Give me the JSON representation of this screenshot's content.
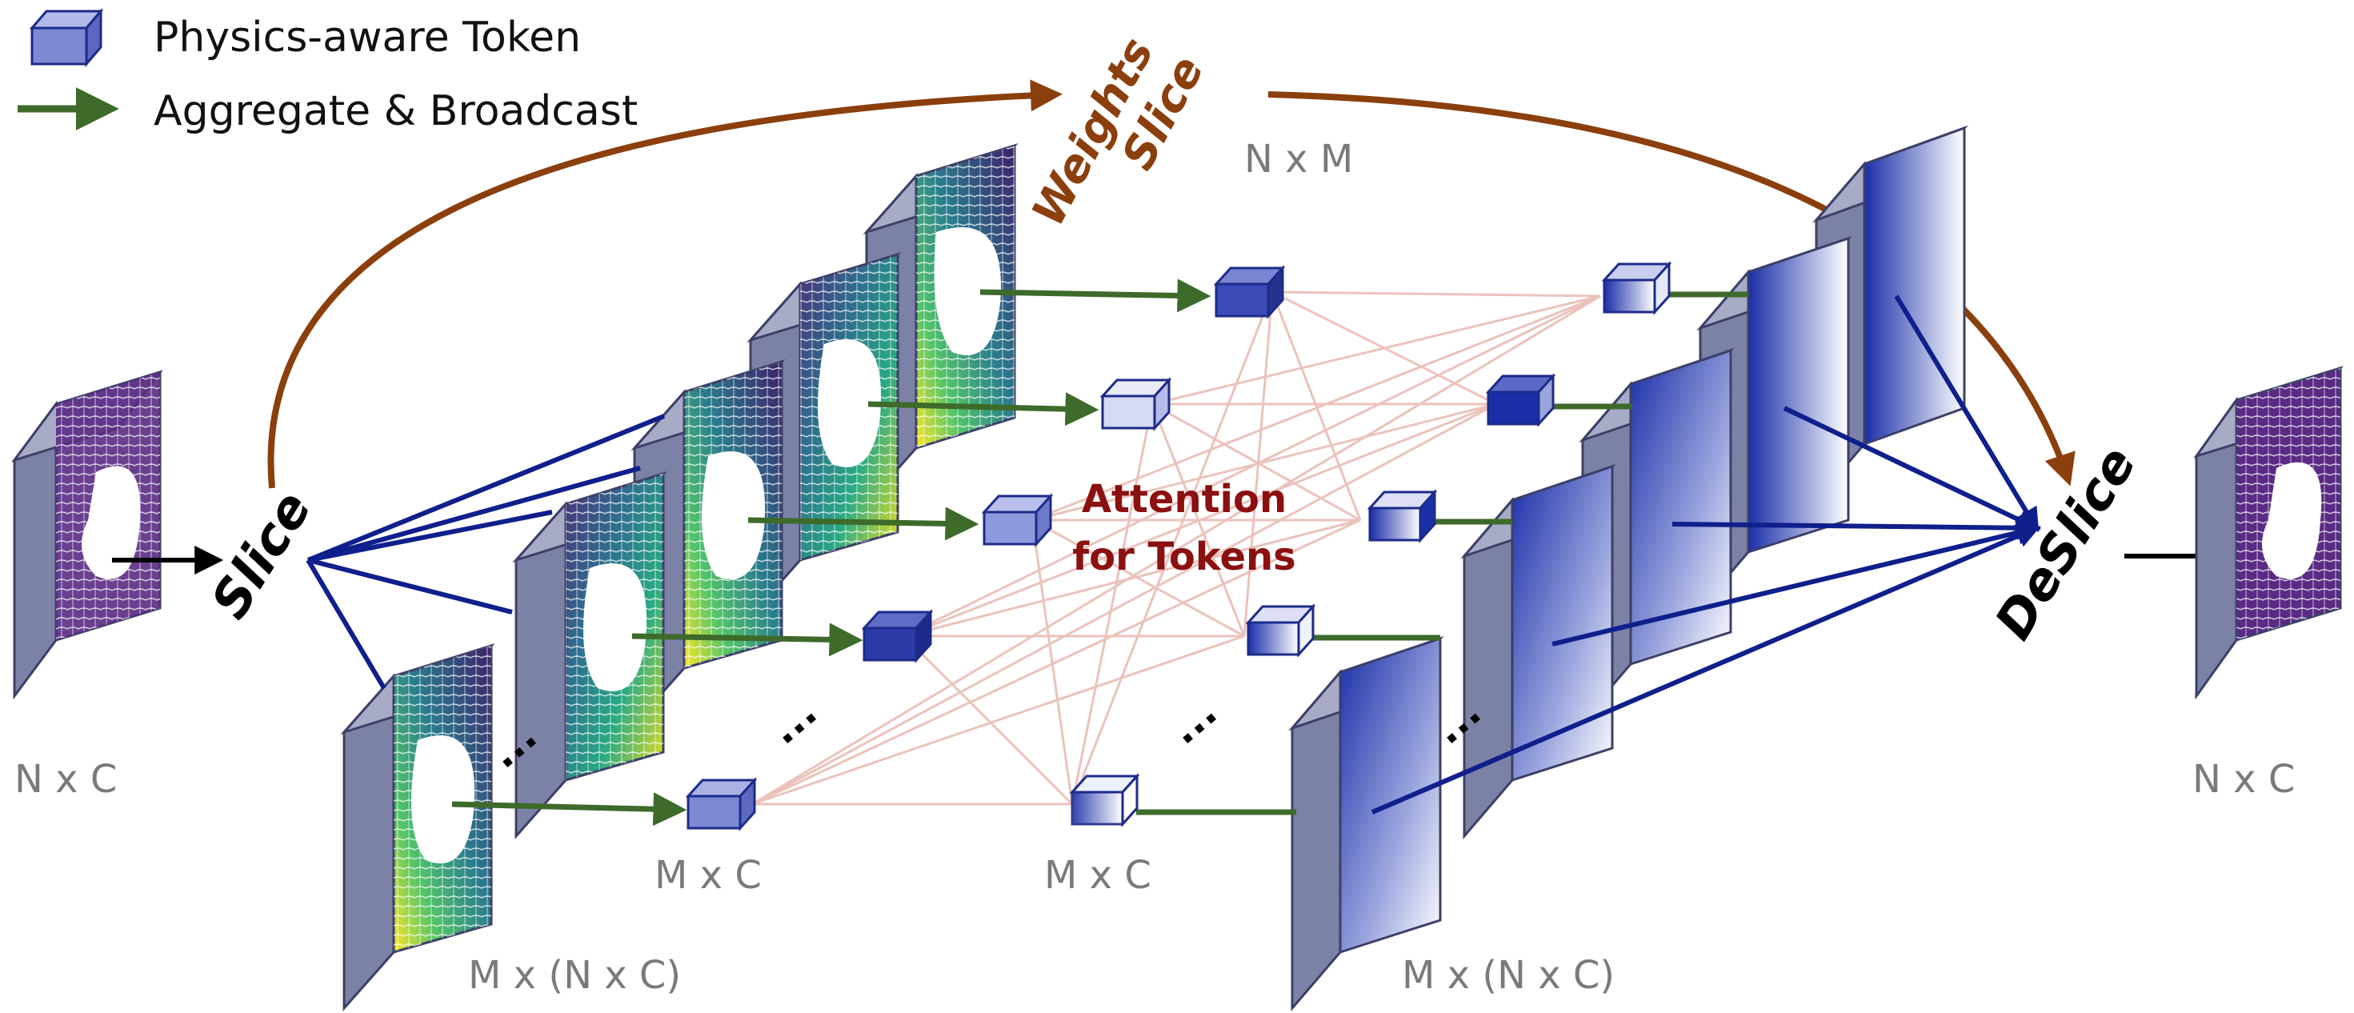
{
  "legend": {
    "token_label": "Physics-aware Token",
    "arrow_label": "Aggregate & Broadcast"
  },
  "labels": {
    "slice": "Slice",
    "deslice": "DeSlice",
    "slice_weights_line1": "Slice",
    "slice_weights_line2": "Weights",
    "attention_line1": "Attention",
    "attention_line2": "for Tokens",
    "ellipsis": "···"
  },
  "dims": {
    "input": "N x C",
    "output": "N x C",
    "weights": "N x M",
    "sliced_stack": "M x (N x C)",
    "tokens_in": "M x C",
    "tokens_out": "M x C",
    "deslice_stack": "M x (N x C)"
  },
  "colors": {
    "slab_side": "#7c81a6",
    "slab_top": "#a7abc6",
    "slab_edge": "#3c4068",
    "token_blue": "#2f3fb0",
    "broadcast_green": "#3e6a2a",
    "weights_brown": "#8b3f0d",
    "attention_red": "#8b1010",
    "attention_lines": "#e8b8b0",
    "dim_gray": "#7a7a7a"
  }
}
